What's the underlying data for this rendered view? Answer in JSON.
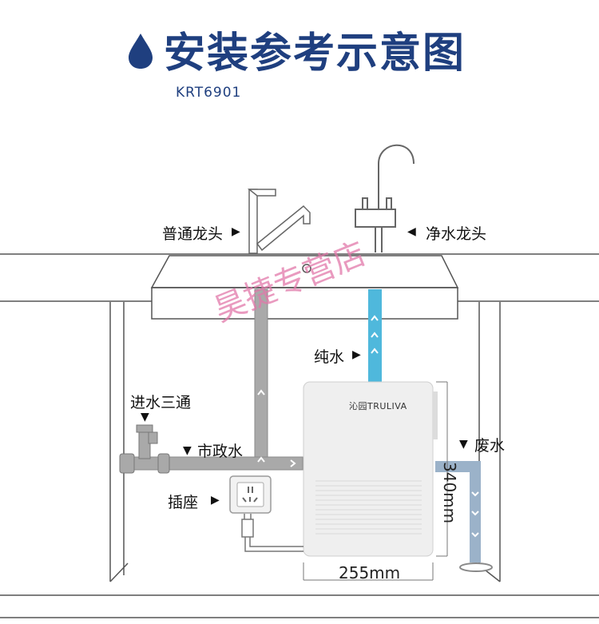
{
  "header": {
    "title": "安装参考示意图",
    "model": "KRT6901",
    "icon": "water-drop-icon"
  },
  "labels": {
    "regular_faucet": "普通龙头",
    "purified_faucet": "净水龙头",
    "pure_water": "纯水",
    "inlet_tee": "进水三通",
    "municipal_water": "市政水",
    "socket": "插座",
    "waste_water": "废水",
    "brand": "沁园TRULIVA",
    "width_dim": "255mm",
    "height_dim": "340mm",
    "watermark": "昊捷专营店"
  },
  "colors": {
    "title": "#1f3f7f",
    "pure_water_pipe": "#4fb8dc",
    "waste_water_pipe": "#9bb2c9",
    "tap_water_pipe": "#a9a9a9",
    "watermark": "#e178aa"
  }
}
